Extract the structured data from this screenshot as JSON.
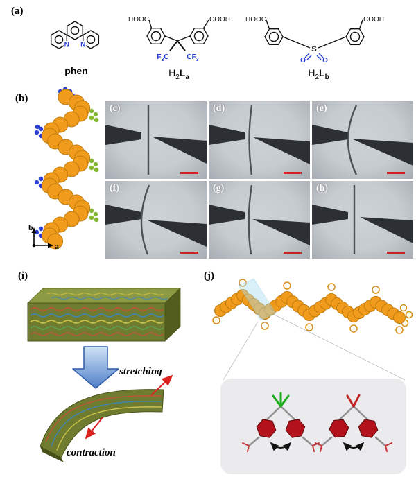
{
  "panels": {
    "a": "(a)",
    "b": "(b)",
    "c": "(c)",
    "d": "(d)",
    "e": "(e)",
    "f": "(f)",
    "g": "(g)",
    "h": "(h)",
    "i": "(i)",
    "j": "(j)"
  },
  "chemistry": {
    "phen": {
      "name": "phen",
      "n_left": "N",
      "n_right": "N"
    },
    "ligand_a": {
      "hooc": "HOOC",
      "cooh": "COOH",
      "f3c": {
        "f": "F",
        "sub": "3",
        "c": "C"
      },
      "cf3": {
        "cf": "CF",
        "sub": "3"
      },
      "name": {
        "h": "H",
        "sub2": "2",
        "l": "L",
        "suba": "a"
      }
    },
    "ligand_b": {
      "hooc": "HOOC",
      "cooh": "COOH",
      "s": "S",
      "o_left": "O",
      "o_right": "O",
      "name": {
        "h": "H",
        "sub2": "2",
        "l": "L",
        "subb": "b"
      }
    }
  },
  "crystal_axes": {
    "b": "b",
    "a": "a"
  },
  "mechanics": {
    "stretching": "stretching",
    "contraction": "contraction"
  },
  "colors": {
    "helix_orange": "#F09B1C",
    "helix_orange_dark": "#C07B0C",
    "phen_blue": "#2B3FD6",
    "ligand_green": "#86B832",
    "hetero_blue": "#1F3BD1",
    "micro_bg": "#C6CBD0",
    "needle_dark": "#2C3034",
    "scalebar_red": "#CC2222",
    "block_olive": "#6F7B2E",
    "arrow_blue": "#4F7FC7",
    "callout_box_gray": "#EBEBEE",
    "highlight_blue": "#ACE0F0",
    "ring_red": "#B3121C",
    "cf3_green": "#1FAE1F",
    "red_arrow": "#DD2222"
  }
}
